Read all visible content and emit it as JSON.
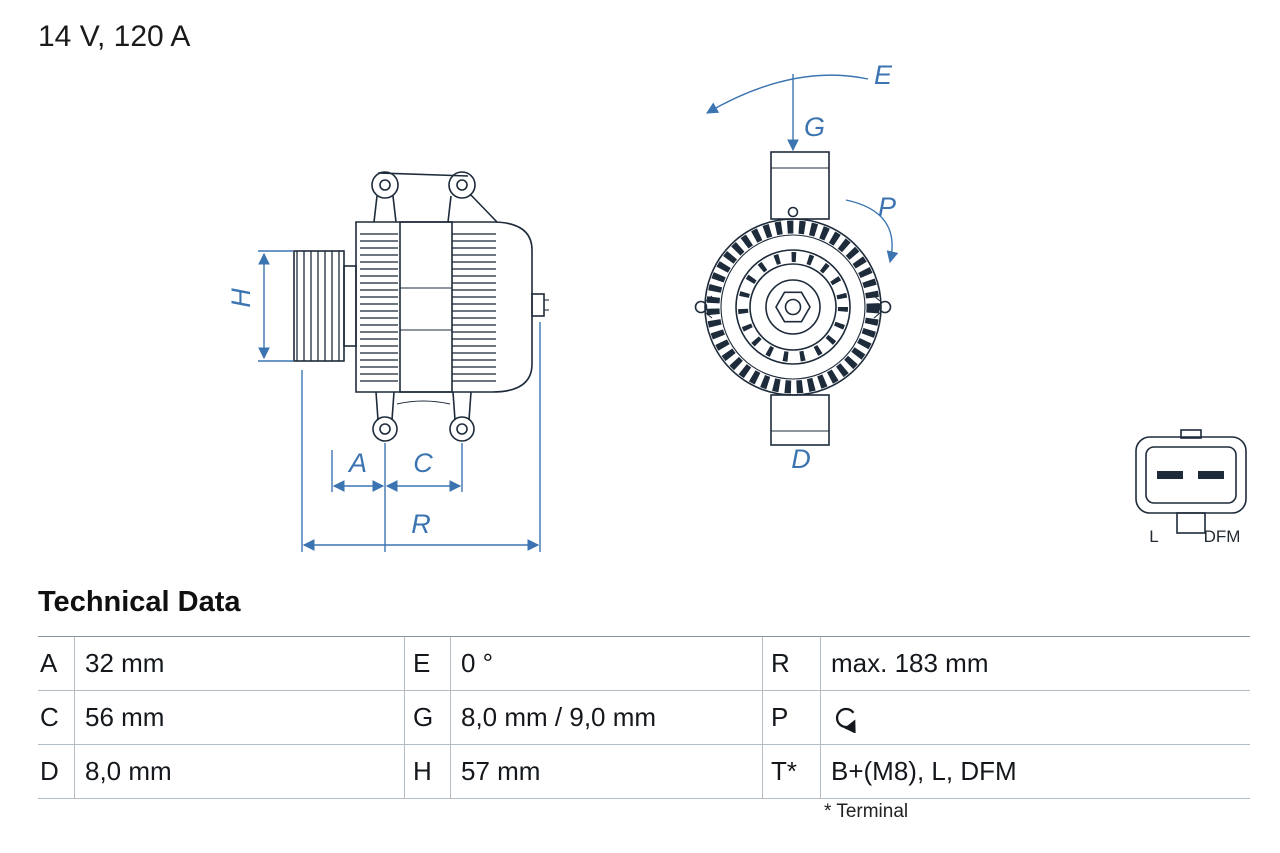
{
  "title": "14 V, 120 A",
  "diagram": {
    "labels": {
      "H": "H",
      "A": "A",
      "C": "C",
      "R": "R",
      "E": "E",
      "G": "G",
      "P": "P",
      "D": "D"
    },
    "connector": {
      "left": "L",
      "right": "DFM"
    }
  },
  "technical_data": {
    "heading": "Technical Data",
    "rows": [
      {
        "c1k": "A",
        "c1v": "32 mm",
        "c2k": "E",
        "c2v": "0 °",
        "c3k": "R",
        "c3v": "max. 183 mm"
      },
      {
        "c1k": "C",
        "c1v": "56 mm",
        "c2k": "G",
        "c2v": "8,0 mm / 9,0 mm",
        "c3k": "P",
        "c3icon": "rotation-direction"
      },
      {
        "c1k": "D",
        "c1v": "8,0 mm",
        "c2k": "H",
        "c2v": "57 mm",
        "c3k": "T*",
        "c3v": "B+(M8), L, DFM"
      }
    ],
    "footnote": "* Terminal"
  }
}
